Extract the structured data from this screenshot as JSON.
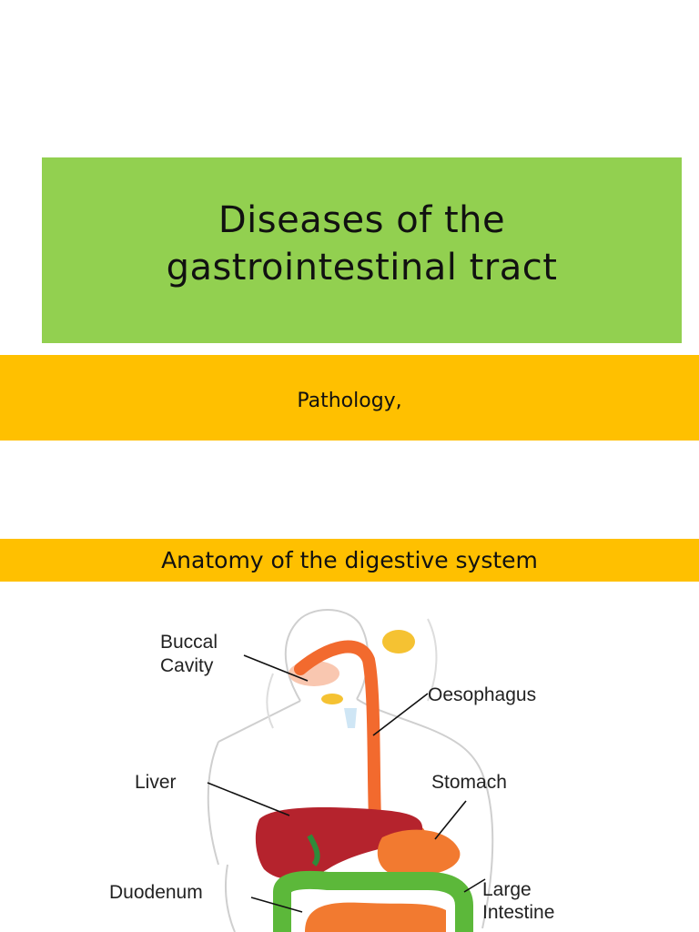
{
  "title": {
    "line1": "Diseases of the",
    "line2": "gastrointestinal tract"
  },
  "subtitle": "Pathology,",
  "section_heading": "Anatomy of the digestive system",
  "diagram": {
    "labels": {
      "buccal_line1": "Buccal",
      "buccal_line2": "Cavity",
      "oesophagus": "Oesophagus",
      "liver": "Liver",
      "stomach": "Stomach",
      "duodenum": "Duodenum",
      "large_line1": "Large",
      "large_line2": "Intestine"
    },
    "colors": {
      "oesophagus": "#f26a2e",
      "liver": "#b5232d",
      "intestine": "#5cb83a",
      "small_intestine": "#f27a30",
      "gland": "#f5c232",
      "outline": "#cfcfcf"
    }
  }
}
